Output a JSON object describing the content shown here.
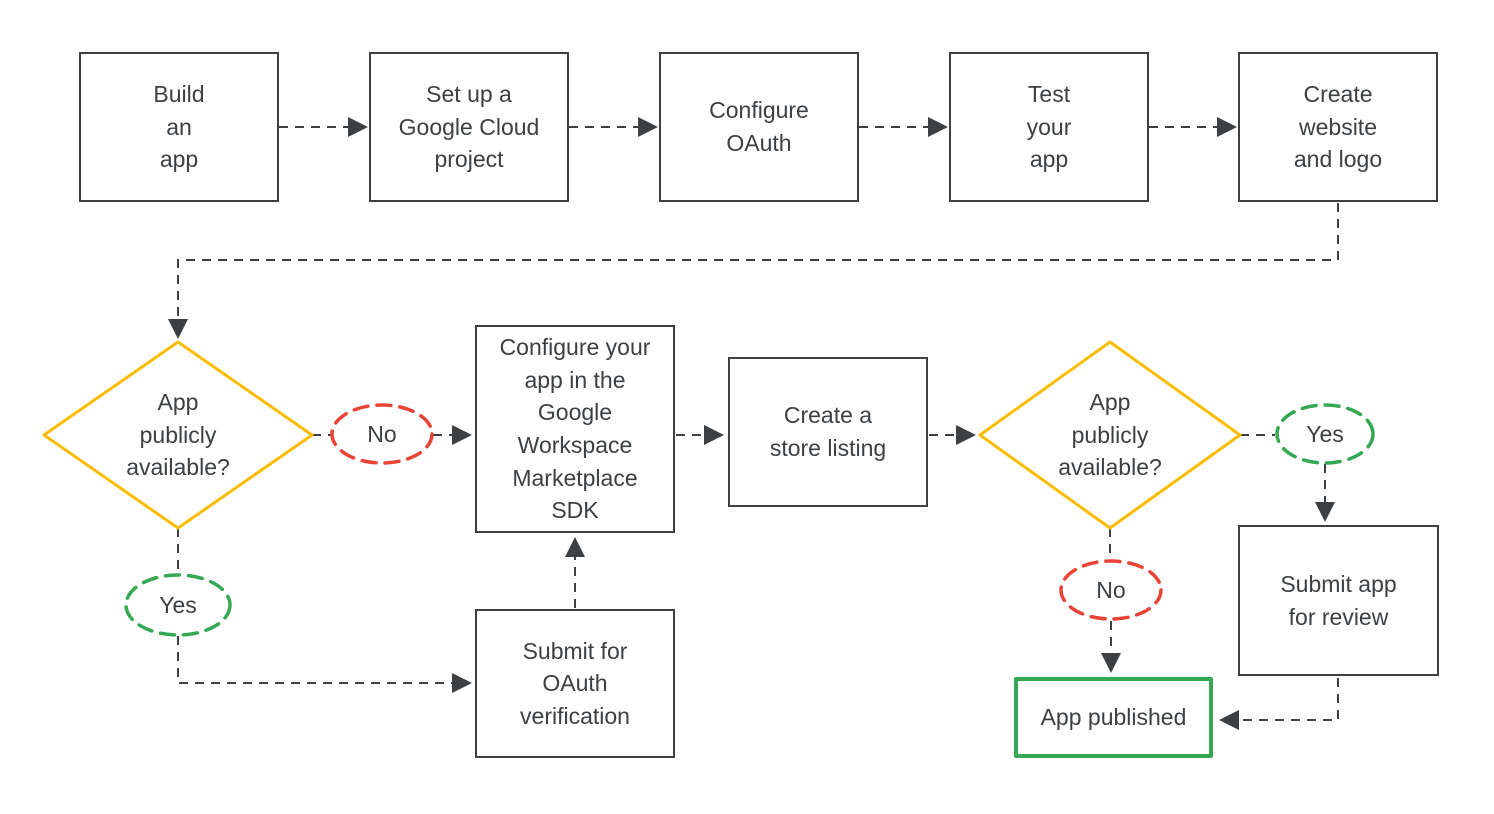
{
  "colors": {
    "outline": "#3C4043",
    "text": "#3C4043",
    "yellow": "#FBBC04",
    "green": "#34A853",
    "red": "#EA4335",
    "background": "#FFFFFF"
  },
  "nodes": {
    "build_app": {
      "label": "Build\nan\napp"
    },
    "setup_project": {
      "label": "Set up a\nGoogle Cloud\nproject"
    },
    "configure_oauth": {
      "label": "Configure\nOAuth"
    },
    "test_app": {
      "label": "Test\nyour\napp"
    },
    "create_website": {
      "label": "Create\nwebsite\nand logo"
    },
    "decision_public_1": {
      "label": "App\npublicly\navailable?"
    },
    "no_1": {
      "label": "No"
    },
    "yes_1": {
      "label": "Yes"
    },
    "configure_sdk": {
      "label": "Configure your\napp in the\nGoogle\nWorkspace\nMarketplace\nSDK"
    },
    "submit_oauth": {
      "label": "Submit for\nOAuth\nverification"
    },
    "store_listing": {
      "label": "Create a\nstore listing"
    },
    "decision_public_2": {
      "label": "App\npublicly\navailable?"
    },
    "yes_2": {
      "label": "Yes"
    },
    "no_2": {
      "label": "No"
    },
    "submit_review": {
      "label": "Submit app\nfor review"
    },
    "app_published": {
      "label": "App published"
    }
  }
}
